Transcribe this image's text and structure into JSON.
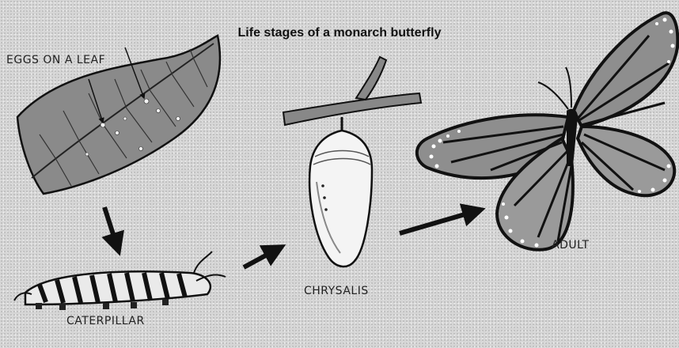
{
  "diagram": {
    "title": "Life stages of a monarch butterfly",
    "labels": {
      "eggs": "EGGS ON A LEAF",
      "caterpillar": "CATERPILLAR",
      "chrysalis": "CHRYSALIS",
      "adult": "ADULT"
    }
  }
}
